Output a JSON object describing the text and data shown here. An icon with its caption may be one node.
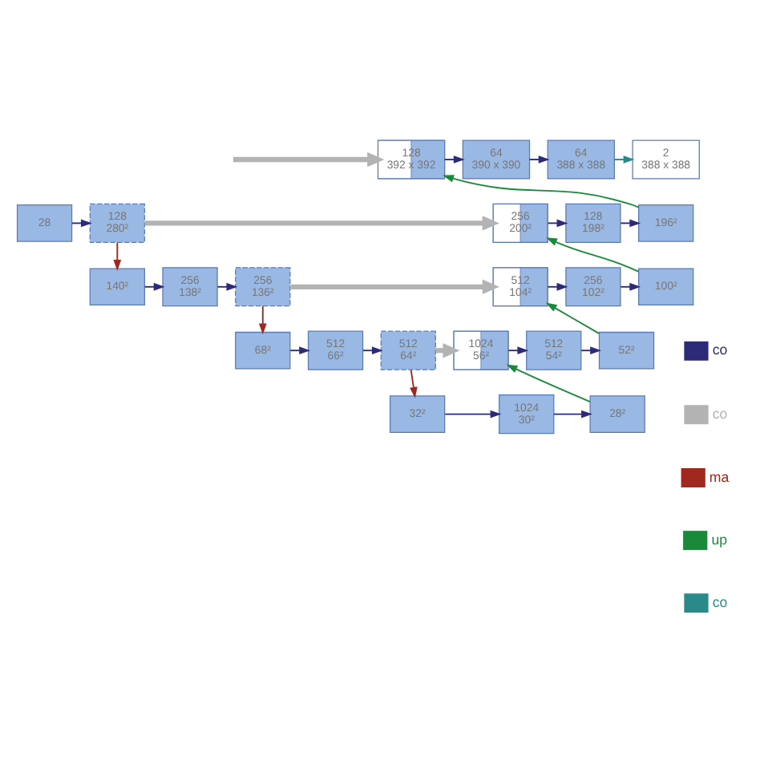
{
  "diagram": {
    "nodes": [
      {
        "text": [
          "28"
        ]
      },
      {
        "text": [
          "128",
          "280²"
        ]
      },
      {
        "text": [
          "140²"
        ]
      },
      {
        "text": [
          "256",
          "138²"
        ]
      },
      {
        "text": [
          "256",
          "136²"
        ]
      },
      {
        "text": [
          "68²"
        ]
      },
      {
        "text": [
          "512",
          "66²"
        ]
      },
      {
        "text": [
          "512",
          "64²"
        ]
      },
      {
        "text": [
          "32²"
        ]
      },
      {
        "text": [
          "1024",
          "30²"
        ]
      },
      {
        "text": [
          "28²"
        ]
      },
      {
        "text": [
          "1024",
          "56²"
        ]
      },
      {
        "text": [
          "512",
          "54²"
        ]
      },
      {
        "text": [
          "52²"
        ]
      },
      {
        "text": [
          "512",
          "104²"
        ]
      },
      {
        "text": [
          "256",
          "102²"
        ]
      },
      {
        "text": [
          "100²"
        ]
      },
      {
        "text": [
          "256",
          "200²"
        ]
      },
      {
        "text": [
          "128",
          "198²"
        ]
      },
      {
        "text": [
          "196²"
        ]
      },
      {
        "text": [
          "128",
          "392 x 392"
        ]
      },
      {
        "text": [
          "64",
          "390 x 390"
        ]
      },
      {
        "text": [
          "64",
          "388 x 388"
        ]
      },
      {
        "text": [
          "2",
          "388 x 388"
        ]
      }
    ],
    "edges": [
      {
        "from": 0,
        "to": 1,
        "arrow": "to"
      },
      {
        "from": 1,
        "to": 2,
        "arrow": "to",
        "color": "#a0281e"
      },
      {
        "from": 2,
        "to": 3,
        "arrow": "to"
      },
      {
        "from": 3,
        "to": 4,
        "arrow": "to"
      },
      {
        "from": 4,
        "to": 5,
        "arrow": "to",
        "color": "#a0281e"
      },
      {
        "from": 5,
        "to": 6,
        "arrow": "to"
      },
      {
        "from": 6,
        "to": 7,
        "arrow": "to"
      },
      {
        "from": 7,
        "to": 8,
        "arrow": "to",
        "color": "#a0281e"
      },
      {
        "from": 8,
        "to": 9,
        "arrow": "to"
      },
      {
        "from": 9,
        "to": 10,
        "arrow": "to"
      },
      {
        "from": 10,
        "to": 11,
        "arrow": "to",
        "color": "#1a8a3a"
      },
      {
        "from": 11,
        "to": 12,
        "arrow": "to"
      },
      {
        "from": 12,
        "to": 13,
        "arrow": "to"
      },
      {
        "from": 13,
        "to": 14,
        "arrow": "to",
        "color": "#1a8a3a"
      },
      {
        "from": 14,
        "to": 15,
        "arrow": "to"
      },
      {
        "from": 15,
        "to": 16,
        "arrow": "to"
      },
      {
        "from": 16,
        "to": 17,
        "arrow": "to",
        "color": "#1a8a3a"
      },
      {
        "from": 17,
        "to": 18,
        "arrow": "to"
      },
      {
        "from": 18,
        "to": 19,
        "arrow": "to"
      },
      {
        "from": 19,
        "to": 20,
        "arrow": "to",
        "color": "#1a8a3a"
      },
      {
        "from": 20,
        "to": 21,
        "arrow": "to"
      },
      {
        "from": 21,
        "to": 22,
        "arrow": "to"
      },
      {
        "from": 22,
        "to": 23,
        "arrow": "to",
        "color": "#2a8a8a"
      },
      {
        "from": null,
        "to": 20,
        "arrow": "to",
        "style": "thick",
        "color": "#b3b3b3"
      },
      {
        "from": 1,
        "to": 17,
        "arrow": "to",
        "style": "thick",
        "color": "#b3b3b3"
      },
      {
        "from": 4,
        "to": 14,
        "arrow": "to",
        "style": "thick",
        "color": "#b3b3b3"
      },
      {
        "from": 7,
        "to": 11,
        "arrow": "to",
        "style": "thick",
        "color": "#b3b3b3"
      }
    ],
    "legend": [
      {
        "text": "co",
        "color": "#2e2a7a"
      },
      {
        "text": "co",
        "color": "#b3b3b3"
      },
      {
        "text": "ma",
        "color": "#a0281e"
      },
      {
        "text": "up",
        "color": "#1a8a3a"
      },
      {
        "text": "co",
        "color": "#2a8a8a"
      }
    ]
  }
}
